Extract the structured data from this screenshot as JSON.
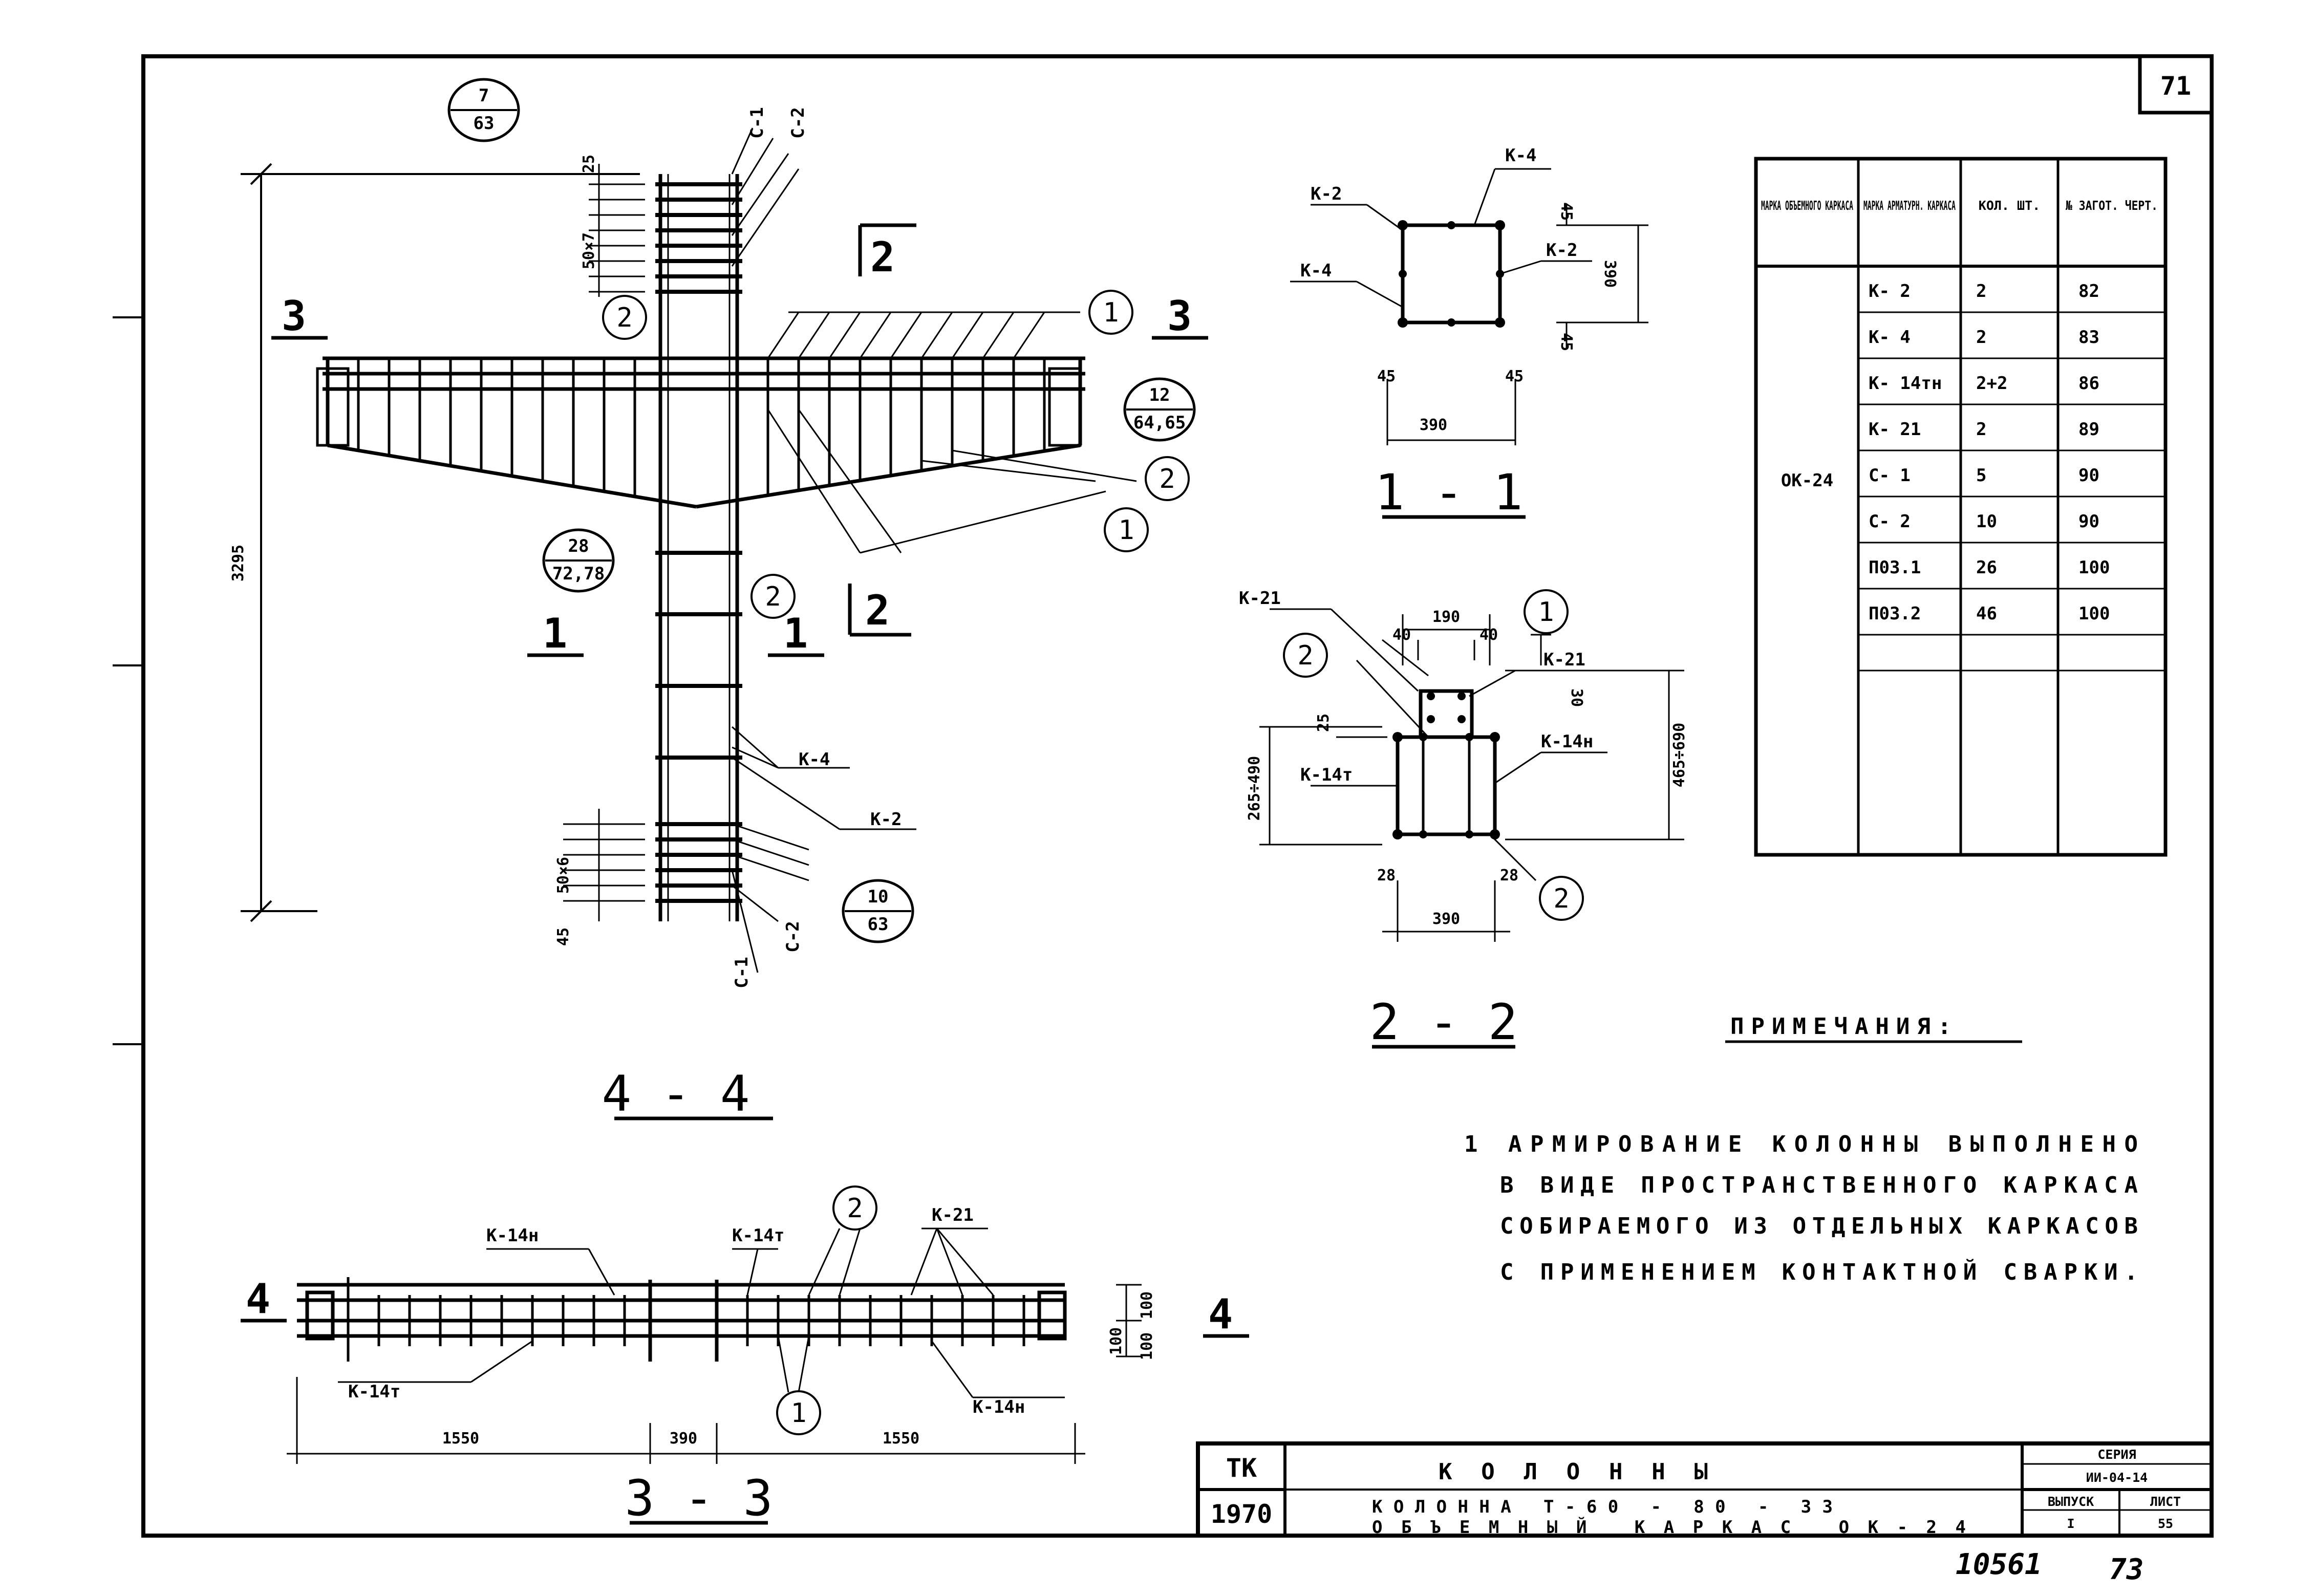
{
  "sheet": {
    "page_number": "71",
    "handwritten_number": "10561",
    "handwritten_page": "73"
  },
  "section_4_4": {
    "title": "4 - 4",
    "cut_marks": [
      "2",
      "2",
      "3",
      "3",
      "1",
      "1"
    ],
    "overall_dimension": "3295",
    "top_spacing_dims": [
      "25",
      "50×7"
    ],
    "bottom_spacing_dims": [
      "50×6",
      "45"
    ],
    "frame_labels": [
      "C-1",
      "C-2",
      "C-1",
      "C-2",
      "K-4",
      "K-2"
    ],
    "position_callouts": [
      "2",
      "1",
      "2",
      "1",
      "2"
    ],
    "node_refs": [
      {
        "top": "7",
        "bottom": "63"
      },
      {
        "top": "12",
        "bottom": "64,65"
      },
      {
        "top": "28",
        "bottom": "72,78"
      },
      {
        "top": "10",
        "bottom": "63"
      }
    ]
  },
  "section_1_1": {
    "title": "1 - 1",
    "labels": [
      "K-4",
      "K-2",
      "K-4",
      "K-2"
    ],
    "dims": [
      "45",
      "390",
      "45",
      "45",
      "45",
      "390"
    ]
  },
  "section_2_2": {
    "title": "2 - 2",
    "labels": [
      "K-21",
      "K-21",
      "K-14н",
      "K-14т"
    ],
    "dims": [
      "190",
      "40",
      "40",
      "30",
      "25",
      "265÷490",
      "465÷690",
      "28",
      "28",
      "390"
    ],
    "position_callouts": [
      "1",
      "2",
      "2"
    ]
  },
  "section_3_3": {
    "title": "3 - 3",
    "cut_marks": [
      "4",
      "4"
    ],
    "labels": [
      "K-14н",
      "K-14т",
      "K-21",
      "K-14т",
      "K-14н"
    ],
    "dims": [
      "1550",
      "390",
      "1550",
      "100",
      "100",
      "100"
    ],
    "position_callouts": [
      "2",
      "1"
    ]
  },
  "table": {
    "headers": [
      "МАРКА ОБЪЕМНОГО КАРКАСА",
      "МАРКА АРМАТУРН. КАРКАСА",
      "КОЛ. ШТ.",
      "№ ЗАГОТ. ЧЕРТ."
    ],
    "group_mark": "ОК-24",
    "rows": [
      [
        "K- 2",
        "2",
        "82"
      ],
      [
        "K- 4",
        "2",
        "83"
      ],
      [
        "K- 14тн",
        "2+2",
        "86"
      ],
      [
        "K- 21",
        "2",
        "89"
      ],
      [
        "C- 1",
        "5",
        "90"
      ],
      [
        "C- 2",
        "10",
        "90"
      ],
      [
        "П03.1",
        "26",
        "100"
      ],
      [
        "П03.2",
        "46",
        "100"
      ]
    ]
  },
  "notes": {
    "title": "ПРИМЕЧАНИЯ:",
    "lines": [
      "1 АРМИРОВАНИЕ КОЛОННЫ ВЫПОЛНЕНО",
      "В ВИДЕ ПРОСТРАНСТВЕННОГО КАРКАСА",
      "СОБИРАЕМОГО ИЗ ОТДЕЛЬНЫХ КАРКАСОВ",
      "С ПРИМЕНЕНИЕМ КОНТАКТНОЙ СВАРКИ."
    ]
  },
  "stamp": {
    "org": "ТК",
    "year": "1970",
    "title": "КОЛОННЫ",
    "line1": "КОЛОННА Т-60 - 80 - 33",
    "line2": "ОБЪЕМНЫЙ КАРКАС ОК-24",
    "series_label": "СЕРИЯ",
    "series_value": "ИИ-04-14",
    "issue_label": "ВЫПУСК",
    "issue_value": "I",
    "sheet_label": "ЛИСТ",
    "sheet_value": "55"
  }
}
